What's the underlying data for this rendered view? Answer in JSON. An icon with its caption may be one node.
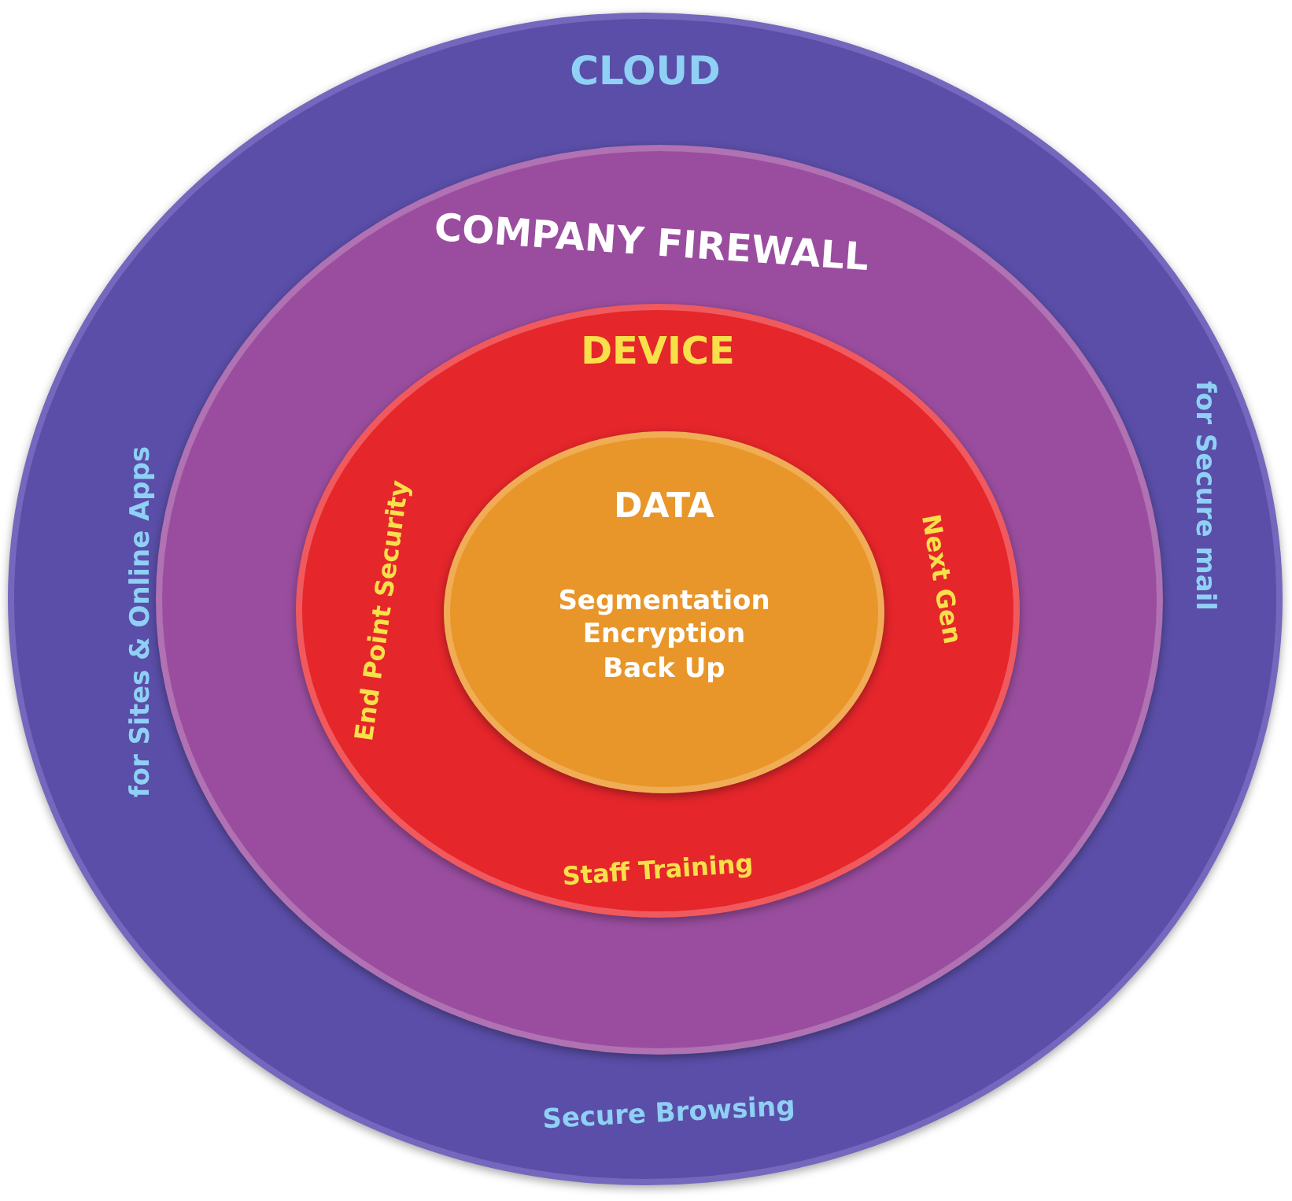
{
  "diagram": {
    "nodes": [
      {
        "text": [
          "CLOUD",
          "for Sites & Online Apps",
          "for Secure mail",
          "Secure Browsing"
        ]
      },
      {
        "text": [
          "COMPANY FIREWALL"
        ],
        "in": 0
      },
      {
        "text": [
          "DEVICE",
          "End Point Security",
          "Next Gen",
          "Staff Training"
        ],
        "in": 1
      },
      {
        "text": [
          "DATA",
          "Segmentation Encryption Back Up"
        ],
        "in": 2
      }
    ]
  }
}
